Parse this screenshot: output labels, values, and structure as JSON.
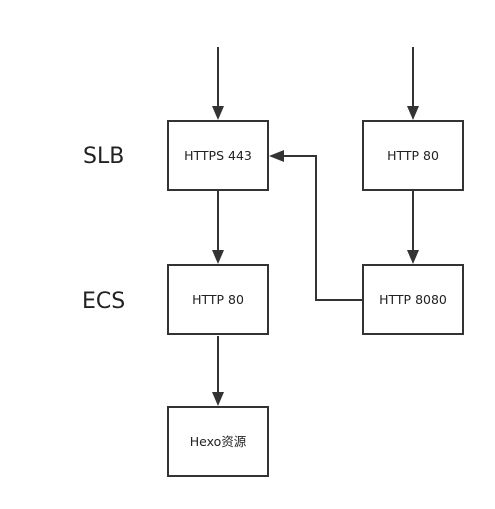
{
  "row_labels": {
    "slb": "SLB",
    "ecs": "ECS"
  },
  "nodes": {
    "https_443": "HTTPS 443",
    "http_80_top": "HTTP 80",
    "http_80_ecs": "HTTP 80",
    "http_8080": "HTTP 8080",
    "hexo": "Hexo资源"
  },
  "edges": [
    {
      "from": "external",
      "to": "https_443"
    },
    {
      "from": "external",
      "to": "http_80_top"
    },
    {
      "from": "https_443",
      "to": "http_80_ecs"
    },
    {
      "from": "http_80_top",
      "to": "http_8080"
    },
    {
      "from": "http_8080",
      "to": "https_443"
    },
    {
      "from": "http_80_ecs",
      "to": "hexo"
    }
  ]
}
